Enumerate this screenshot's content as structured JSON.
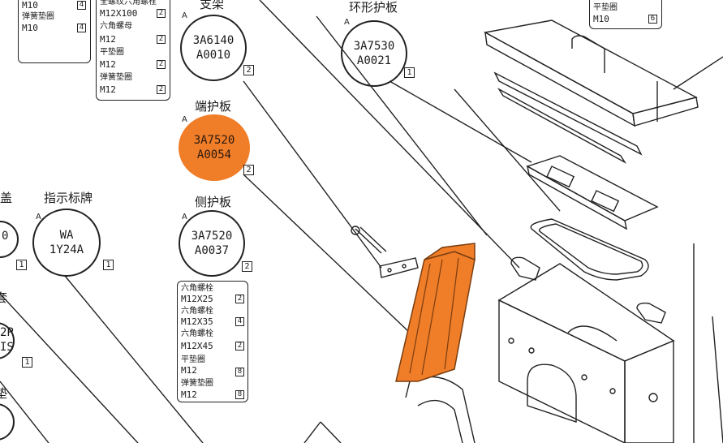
{
  "colors": {
    "highlight": "#f07d28",
    "ink": "#1a1a1a"
  },
  "labels": {
    "bracket": "支架",
    "ring_guard": "环形护板",
    "end_guard": "端护板",
    "indicator_plate": "指示标牌",
    "side_guard": "侧护板",
    "cover_partial": "盖",
    "sleeve_partial": "套",
    "seat_partial": "垫"
  },
  "circles": {
    "bracket": {
      "letter": "A",
      "line1": "3A6140",
      "line2": "A0010",
      "qty": "2"
    },
    "ring_guard": {
      "letter": "A",
      "line1": "3A7530",
      "line2": "A0021",
      "qty": "1"
    },
    "end_guard": {
      "letter": "A",
      "line1": "3A7520",
      "line2": "A0054",
      "qty": "2"
    },
    "indicator_plate": {
      "letter": "A",
      "line1": "WA",
      "line2": "1Y24A",
      "qty": "1"
    },
    "side_guard": {
      "letter": "A",
      "line1": "3A7520",
      "line2": "A0037",
      "qty": "2"
    },
    "left_partial_top": {
      "line1": "0",
      "qty": "1"
    },
    "left_partial_mid": {
      "line1": "2P",
      "line2": "IS",
      "qty": "1"
    }
  },
  "box_top_left": {
    "rows": [
      {
        "text": "M10",
        "qty": "4"
      },
      {
        "text": "弹簧垫圈",
        "qty": ""
      },
      {
        "text": "M10",
        "qty": "4"
      }
    ]
  },
  "box_top_mid": {
    "rows": [
      {
        "text": "全螺纹六角螺栓",
        "qty": ""
      },
      {
        "text": "M12X100",
        "qty": "2"
      },
      {
        "text": "六角螺母",
        "qty": ""
      },
      {
        "text": "M12",
        "qty": "2"
      },
      {
        "text": "平垫圈",
        "qty": ""
      },
      {
        "text": "M12",
        "qty": "2"
      },
      {
        "text": "弹簧垫圈",
        "qty": ""
      },
      {
        "text": "M12",
        "qty": "2"
      }
    ]
  },
  "box_top_right": {
    "rows": [
      {
        "text": "平垫圈",
        "qty": ""
      },
      {
        "text": "M10",
        "qty": "6"
      }
    ]
  },
  "box_side": {
    "rows": [
      {
        "text": "六角螺栓",
        "qty": ""
      },
      {
        "text": "M12X25",
        "qty": "2"
      },
      {
        "text": "六角螺栓",
        "qty": ""
      },
      {
        "text": "M12X35",
        "qty": "4"
      },
      {
        "text": "六角螺栓",
        "qty": ""
      },
      {
        "text": "M12X45",
        "qty": "2"
      },
      {
        "text": "平垫圈",
        "qty": ""
      },
      {
        "text": "M12",
        "qty": "8"
      },
      {
        "text": "弹簧垫圈",
        "qty": ""
      },
      {
        "text": "M12",
        "qty": "8"
      }
    ]
  }
}
